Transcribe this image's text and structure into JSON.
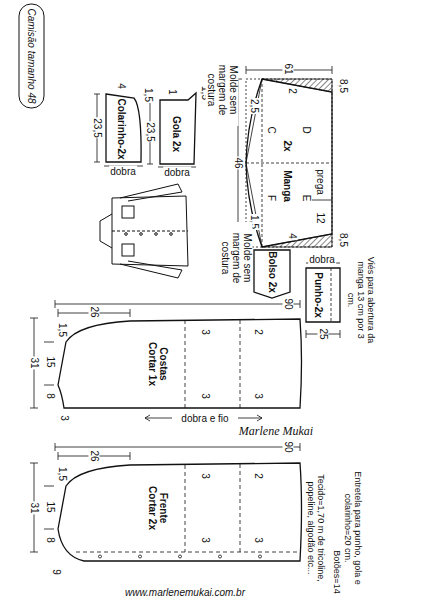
{
  "diagram": {
    "title": "Camisão tamanho 48",
    "nodes": [
      {
        "text": [
          "Colarinho-2x"
        ]
      },
      {
        "text": [
          "Gola 2x"
        ]
      },
      {
        "text": [
          "Manga",
          "2x"
        ]
      },
      {
        "text": [
          "Bolso 2x"
        ]
      },
      {
        "text": [
          "Punho-2x"
        ]
      },
      {
        "text": [
          "Costas Cortar 1x"
        ]
      },
      {
        "text": [
          "Frente Cortar 2x"
        ]
      }
    ],
    "labels": [
      "4",
      "1,5",
      "23,5",
      "dobra",
      "1",
      "1,5",
      "23,5",
      "dobra",
      "Molde sem margem de costura",
      "61",
      "46",
      "2,5",
      "C",
      "D",
      "2",
      "8,5",
      "F",
      "E",
      "4",
      "8,5",
      "1,5",
      "prega",
      "12",
      "Molde sem margem de costura",
      "dobra",
      "25",
      "Viés para abertura da manga 13 cm por 3 cm.",
      "31",
      "15",
      "1,5",
      "8",
      "3",
      "26",
      "90",
      "3",
      "2",
      "3",
      "3",
      "dobra e fio",
      "Marlene Mukai",
      "31",
      "15",
      "1,5",
      "8",
      "9",
      "26",
      "90",
      "3",
      "2",
      "3",
      "3",
      "Tecido=1,70 m de tricoline, popeline, algodão etc...",
      "Botões=14",
      "Entretela para punho, gola e colarinho=20 cm.",
      "www.marlenemukai.com.br"
    ]
  }
}
